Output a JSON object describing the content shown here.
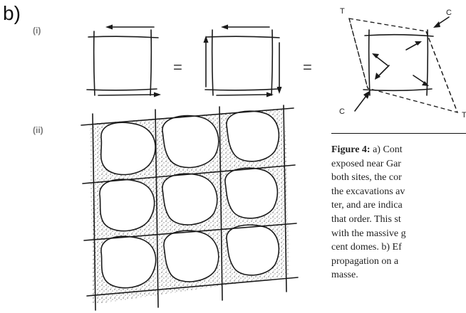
{
  "panel_label": "b)",
  "subpanels": {
    "i": "(i)",
    "ii": "(ii)"
  },
  "equals_signs": [
    "=",
    "="
  ],
  "strain_labels": {
    "top_left": "T",
    "top_right": "C",
    "bottom_left": "C",
    "bottom_right": "T"
  },
  "caption": {
    "lead": "Figure 4:",
    "lead_rest": " a) Cont",
    "lines": [
      "exposed near Gar",
      "both sites, the cor",
      "the excavations av",
      "ter, and are indica",
      "that order. This st",
      "with the massive g",
      "cent domes. b) Ef",
      "propagation on a",
      "masse."
    ]
  },
  "colors": {
    "ink": "#1a1a1a",
    "stipple": "#555555",
    "subpanel_label": "#777777"
  }
}
